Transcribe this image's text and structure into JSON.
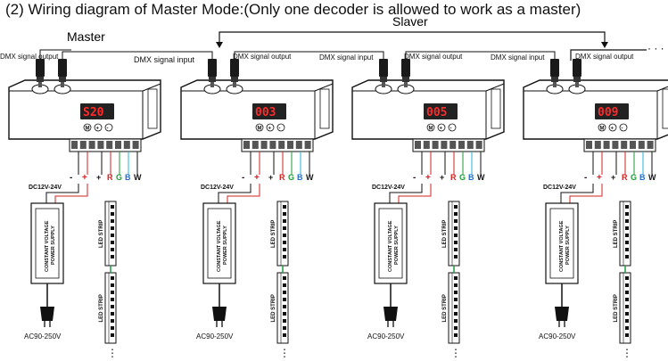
{
  "title": "(2) Wiring diagram of Master Mode:(Only one decoder is allowed to work as a master)",
  "labels": {
    "master": "Master",
    "slaver": "Slaver",
    "dmx_output": "DMX signal output",
    "dmx_input": "DMX signal input",
    "dc_voltage": "DC12V-24V",
    "ac_voltage": "AC90-250V",
    "psu_line1": "CONSTANT VOLTAGE",
    "psu_line2": "POWER SUPPLY",
    "led_strip": "LED STRIP",
    "minus": "-",
    "plus": "+",
    "r": "R",
    "g": "G",
    "b": "B",
    "w": "W",
    "btn_m": "M",
    "btn_plus": "+",
    "btn_minus": "-",
    "ellipsis": "· · ·"
  },
  "decoders": [
    {
      "role": "master",
      "display": "S20"
    },
    {
      "role": "slaver",
      "display": "003"
    },
    {
      "role": "slaver",
      "display": "005"
    },
    {
      "role": "slaver",
      "display": "009"
    }
  ],
  "colors": {
    "plus_wire": "#d22020",
    "red_wire": "#d22020",
    "green_wire": "#1f9a3a",
    "blue_wire": "#1f6fd0",
    "cyan_wire": "#22b4d8",
    "display_bg": "#222222",
    "display_digits": "#ff2a2a"
  }
}
